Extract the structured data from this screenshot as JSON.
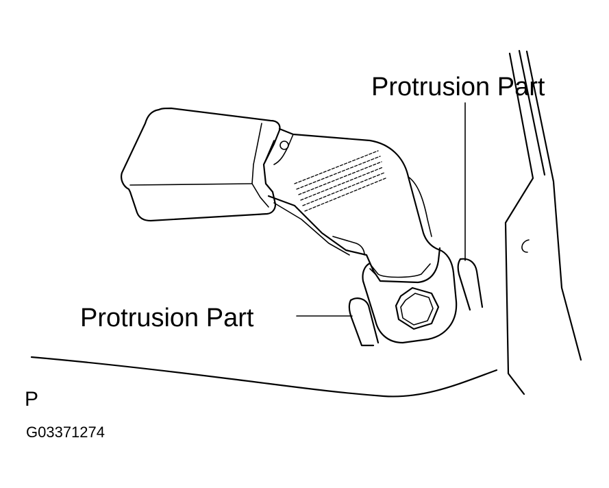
{
  "labels": {
    "protrusion_top": "Protrusion Part",
    "protrusion_bottom": "Protrusion Part",
    "view_letter": "P",
    "figure_code": "G03371274"
  },
  "colors": {
    "ink": "#000000",
    "paper": "#ffffff"
  }
}
